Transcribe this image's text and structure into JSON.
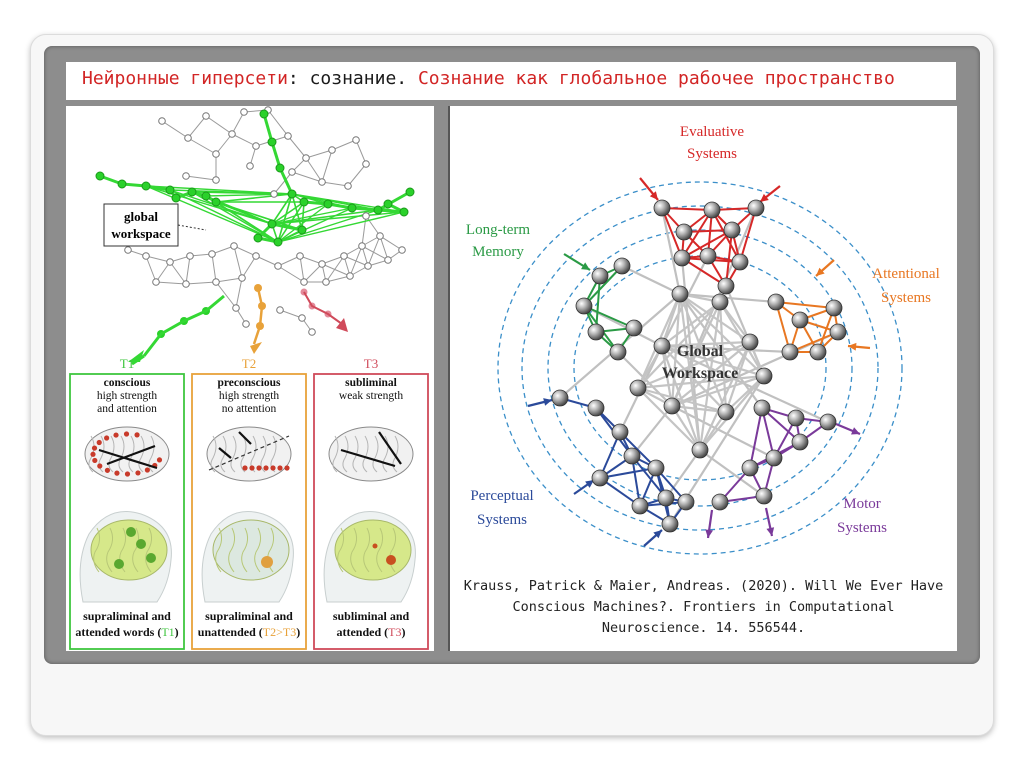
{
  "title": {
    "part1": "Нейронные гиперсети",
    "part2": ": сознание.",
    "part3": "Сознание как глобальное рабочее пространство"
  },
  "left_figure": {
    "workspace_label_1": "global",
    "workspace_label_2": "workspace",
    "panels": [
      {
        "tag": "T1",
        "line1": "conscious",
        "line2": "high strength",
        "line3": "and attention",
        "bottom1": "supraliminal and",
        "bottom2_a": "attended words (",
        "bottom2_b": "T1",
        "bottom2_c": ")",
        "color": "#3fc63f"
      },
      {
        "tag": "T2",
        "line1": "preconscious",
        "line2": "high strength",
        "line3": "no attention",
        "bottom1": "supraliminal and",
        "bottom2_a": "unattended (",
        "bottom2_b": "T2>T3",
        "bottom2_c": ")",
        "color": "#e8a23a"
      },
      {
        "tag": "T3",
        "line1": "subliminal",
        "line2": "weak strength",
        "line3": "",
        "bottom1": "subliminal and",
        "bottom2_a": "attended (",
        "bottom2_b": "T3",
        "bottom2_c": ")",
        "color": "#d04a5a"
      }
    ]
  },
  "right_figure": {
    "center_1": "Global",
    "center_2": "Workspace",
    "labels": {
      "evaluative_1": "Evaluative",
      "evaluative_2": "Systems",
      "memory_1": "Long-term",
      "memory_2": "Memory",
      "attentional_1": "Attentional",
      "attentional_2": "Systems",
      "perceptual_1": "Perceptual",
      "perceptual_2": "Systems",
      "motor_1": "Motor",
      "motor_2": "Systems"
    },
    "colors": {
      "evaluative": "#d62828",
      "memory": "#2a9a45",
      "attentional": "#e87722",
      "perceptual": "#2b4a9a",
      "motor": "#7a3a9a",
      "workspace": "#b0b0b0"
    }
  },
  "citation": {
    "line1": "Krauss, Patrick & Maier, Andreas. (2020). Will We Ever Have",
    "line2": "Conscious Machines?. Frontiers in Computational",
    "line3": "Neuroscience. 14. 556544."
  }
}
